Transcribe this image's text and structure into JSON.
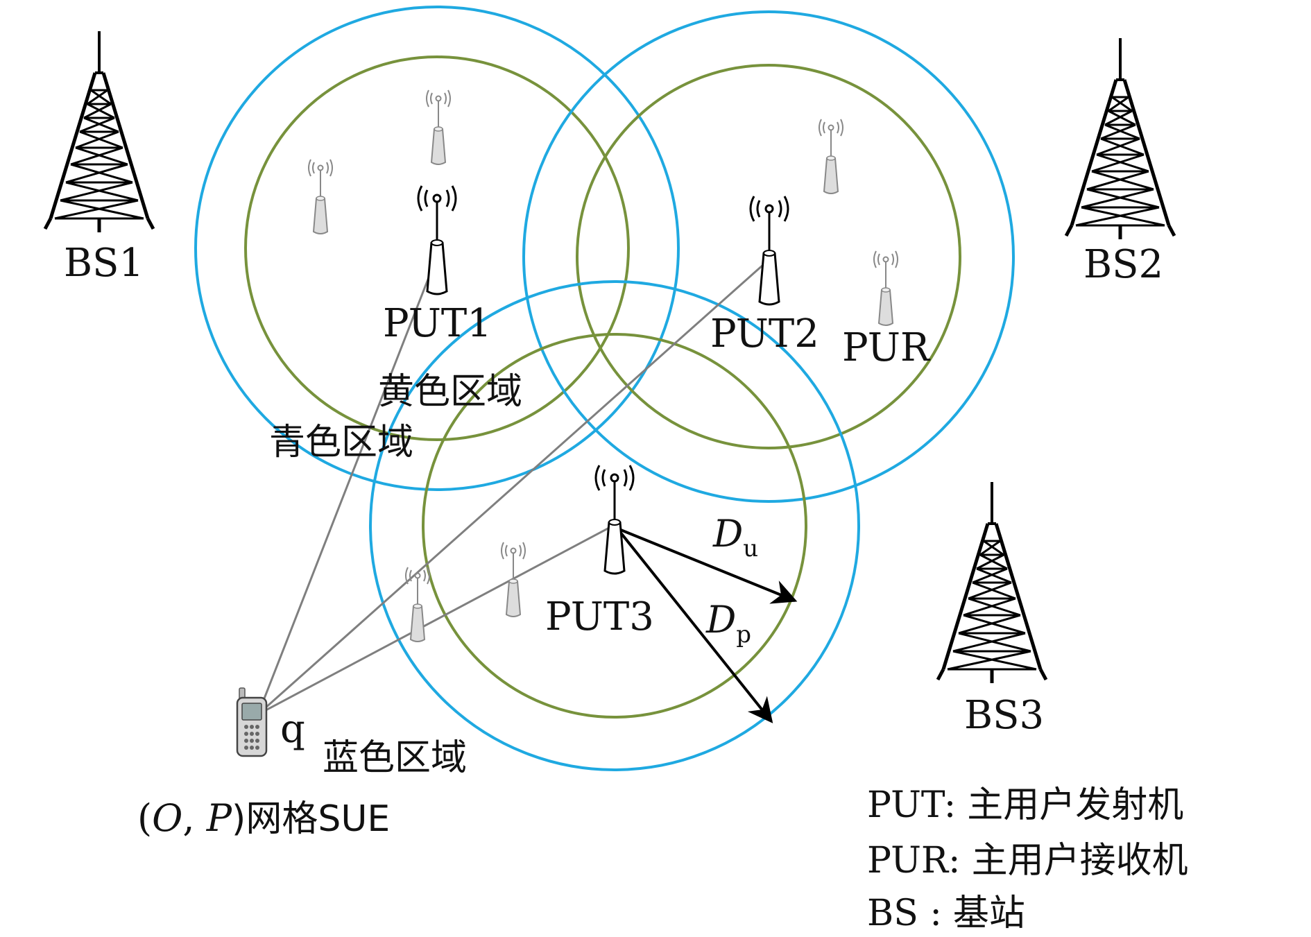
{
  "colors": {
    "outer_ring": "#1fa9e1",
    "inner_ring": "#77923c",
    "link_line": "#7f7f7f",
    "arrow": "#000000",
    "tower": "#000000"
  },
  "labels": {
    "bs1": "BS1",
    "bs2": "BS2",
    "bs3": "BS3",
    "put1": "PUT1",
    "put2": "PUT2",
    "put3": "PUT3",
    "pur": "PUR",
    "yellow_region": "黄色区域",
    "cyan_region": "青色区域",
    "blue_region": "蓝色区域",
    "sue_q": "q",
    "sue_grid_prefix": "(",
    "sue_grid_o": "O",
    "sue_grid_comma": ", ",
    "sue_grid_p": "P",
    "sue_grid_suffix": ")网格SUE",
    "du_main": "D",
    "du_sub": "u",
    "dp_main": "D",
    "dp_sub": "p"
  },
  "legend": [
    {
      "key": "PUT:",
      "value": "主用户发射机"
    },
    {
      "key": "PUR:",
      "value": "主用户接收机"
    },
    {
      "key": "BS :",
      "value": "基站"
    }
  ],
  "icons": {
    "tower": "lattice-tower-icon",
    "antenna": "antenna-transmitter-icon",
    "phone": "mobile-phone-icon"
  }
}
